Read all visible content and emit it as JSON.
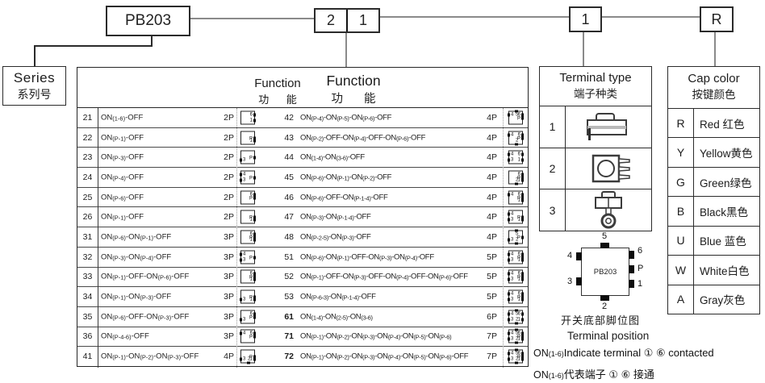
{
  "top": {
    "series_code": "PB203",
    "function_digit_left": "2",
    "function_digit_right": "1",
    "terminal_code": "1",
    "cap_code": "R"
  },
  "series": {
    "en": "Series",
    "cn": "系列号"
  },
  "function_table": {
    "en1": "Function",
    "cn1": "功 能",
    "en2": "Function",
    "cn2": "功 能",
    "rows": [
      {
        "l": {
          "n": "21",
          "f": "ON(1-6)-OFF",
          "p": "2P",
          "pins": [
            "6",
            "1"
          ]
        },
        "r": {
          "n": "42",
          "f": "ON(P-4)-ON(P-5)-ON(P-6)-OFF",
          "p": "4P",
          "pins": [
            "4",
            "5",
            "6",
            "P"
          ]
        }
      },
      {
        "l": {
          "n": "22",
          "f": "ON(P-1)-OFF",
          "p": "2P",
          "pins": [
            "P",
            "1"
          ]
        },
        "r": {
          "n": "43",
          "f": "ON(P-2)-OFF-ON(P-4)-OFF-ON(P-6)-OFF",
          "p": "4P",
          "pins": [
            "4",
            "6",
            "P",
            "2"
          ]
        }
      },
      {
        "l": {
          "n": "23",
          "f": "ON(P-3)-OFF",
          "p": "2P",
          "pins": [
            "3",
            "P"
          ]
        },
        "r": {
          "n": "44",
          "f": "ON(1-4)-ON(3-6)-OFF",
          "p": "4P",
          "pins": [
            "4",
            "6",
            "3",
            "1"
          ]
        }
      },
      {
        "l": {
          "n": "24",
          "f": "ON(P-4)-OFF",
          "p": "2P",
          "pins": [
            "4",
            "3",
            "P"
          ]
        },
        "r": {
          "n": "45",
          "f": "ON(P-6)-ON(P-1)-ON(P-2)-OFF",
          "p": "4P",
          "pins": [
            "6",
            "P",
            "2",
            "1"
          ]
        }
      },
      {
        "l": {
          "n": "25",
          "f": "ON(P-6)-OFF",
          "p": "2P",
          "pins": [
            "6",
            "P"
          ]
        },
        "r": {
          "n": "46",
          "f": "ON(P-6)-OFF-ON(P-1-4)-OFF",
          "p": "4P",
          "pins": [
            "4",
            "6",
            "P",
            "1"
          ]
        }
      },
      {
        "l": {
          "n": "26",
          "f": "ON(P-1)-OFF",
          "p": "2P",
          "pins": [
            "P",
            "1"
          ]
        },
        "r": {
          "n": "47",
          "f": "ON(P-3)-ON(P-1-4)-OFF",
          "p": "4P",
          "pins": [
            "4",
            "3",
            "P",
            "1"
          ]
        }
      },
      {
        "l": {
          "n": "31",
          "f": "ON(P-6)-ON(P-1)-OFF",
          "p": "3P",
          "pins": [
            "6",
            "P",
            "1"
          ]
        },
        "r": {
          "n": "48",
          "f": "ON(P-2-5)-ON(P-3)-OFF",
          "p": "4P",
          "pins": [
            "5",
            "3",
            "2",
            "P"
          ]
        }
      },
      {
        "l": {
          "n": "32",
          "f": "ON(P-3)-ON(P-4)-OFF",
          "p": "3P",
          "pins": [
            "4",
            "3",
            "P"
          ]
        },
        "r": {
          "n": "51",
          "f": "ON(P-6)-ON(P-1)-OFF-ON(P-3)-ON(P-4)-OFF",
          "p": "5P",
          "pins": [
            "4",
            "3",
            "6",
            "P",
            "1"
          ]
        }
      },
      {
        "l": {
          "n": "33",
          "f": "ON(P-1)-OFF-ON(P-6)-OFF",
          "p": "3P",
          "pins": [
            "6",
            "P",
            "1"
          ]
        },
        "r": {
          "n": "52",
          "f": "ON(P-1)-OFF-ON(P-3)-OFF-ON(P-4)-OFF-ON(P-6)-OFF",
          "p": "5P",
          "pins": [
            "4",
            "3",
            "6",
            "P",
            "1"
          ]
        }
      },
      {
        "l": {
          "n": "34",
          "f": "ON(P-1)-ON(P-3)-OFF",
          "p": "3P",
          "pins": [
            "3",
            "P",
            "1"
          ]
        },
        "r": {
          "n": "53",
          "f": "ON(P-6-3)-ON(P-1-4)-OFF",
          "p": "5P",
          "pins": [
            "4",
            "3",
            "6",
            "P",
            "1"
          ]
        }
      },
      {
        "l": {
          "n": "35",
          "f": "ON(P-6)-OFF-ON(P-3)-OFF",
          "p": "3P",
          "pins": [
            "3",
            "6",
            "P"
          ]
        },
        "r": {
          "n": "61",
          "f": "ON(1-4)-ON(2-5)-ON(3-6)",
          "p": "6P",
          "b": true,
          "pins": [
            "4",
            "5",
            "6",
            "3",
            "2",
            "1"
          ]
        }
      },
      {
        "l": {
          "n": "36",
          "f": "ON(P-4-6)-OFF",
          "p": "3P",
          "pins": [
            "4",
            "6",
            "P"
          ]
        },
        "r": {
          "n": "71",
          "f": "ON(P-1)-ON(P-2)-ON(P-3)-ON(P-4)-ON(P-5)-ON(P-6)",
          "p": "7P",
          "b": true,
          "pins": [
            "4",
            "5",
            "6",
            "P",
            "3",
            "2",
            "1"
          ]
        }
      },
      {
        "l": {
          "n": "41",
          "f": "ON(P-1)-ON(P-2)-ON(P-3)-OFF",
          "p": "4P",
          "pins": [
            "3",
            "2",
            "1",
            "P"
          ]
        },
        "r": {
          "n": "72",
          "f": "ON(P-1)-ON(P-2)-ON(P-3)-ON(P-4)-ON(P-5)-ON(P-6)-OFF",
          "p": "7P",
          "b": true,
          "pins": [
            "4",
            "5",
            "6",
            "P",
            "3",
            "2",
            "1"
          ]
        }
      }
    ]
  },
  "terminal_type": {
    "en": "Terminal type",
    "cn": "端子种类",
    "rows": [
      {
        "no": "1",
        "icon": "pcb-pin-terminal"
      },
      {
        "no": "2",
        "icon": "snap-in-terminal"
      },
      {
        "no": "3",
        "icon": "solder-lug-terminal"
      }
    ]
  },
  "cap_color": {
    "en": "Cap color",
    "cn": "按键颜色",
    "rows": [
      {
        "code": "R",
        "name": "Red 红色"
      },
      {
        "code": "Y",
        "name": "Yellow黄色"
      },
      {
        "code": "G",
        "name": "Green绿色"
      },
      {
        "code": "B",
        "name": "Black黑色"
      },
      {
        "code": "U",
        "name": "Blue 蓝色"
      },
      {
        "code": "W",
        "name": "White白色"
      },
      {
        "code": "A",
        "name": "Gray灰色"
      }
    ]
  },
  "pin_diagram": {
    "chip": "PB203",
    "pin_top": "5",
    "pin_bottom": "2",
    "pins_left": [
      "4",
      "3"
    ],
    "pins_right": [
      "6",
      "P",
      "1"
    ],
    "caption_cn": "开关底部脚位图",
    "caption_en": "Terminal position"
  },
  "notes": [
    {
      "on": "ON",
      "sub": "(1-6)",
      "text": "Indicate terminal ① ⑥  contacted"
    },
    {
      "on": "ON",
      "sub": "(1-6)",
      "text": "代表端子  ① ⑥  接通"
    }
  ]
}
